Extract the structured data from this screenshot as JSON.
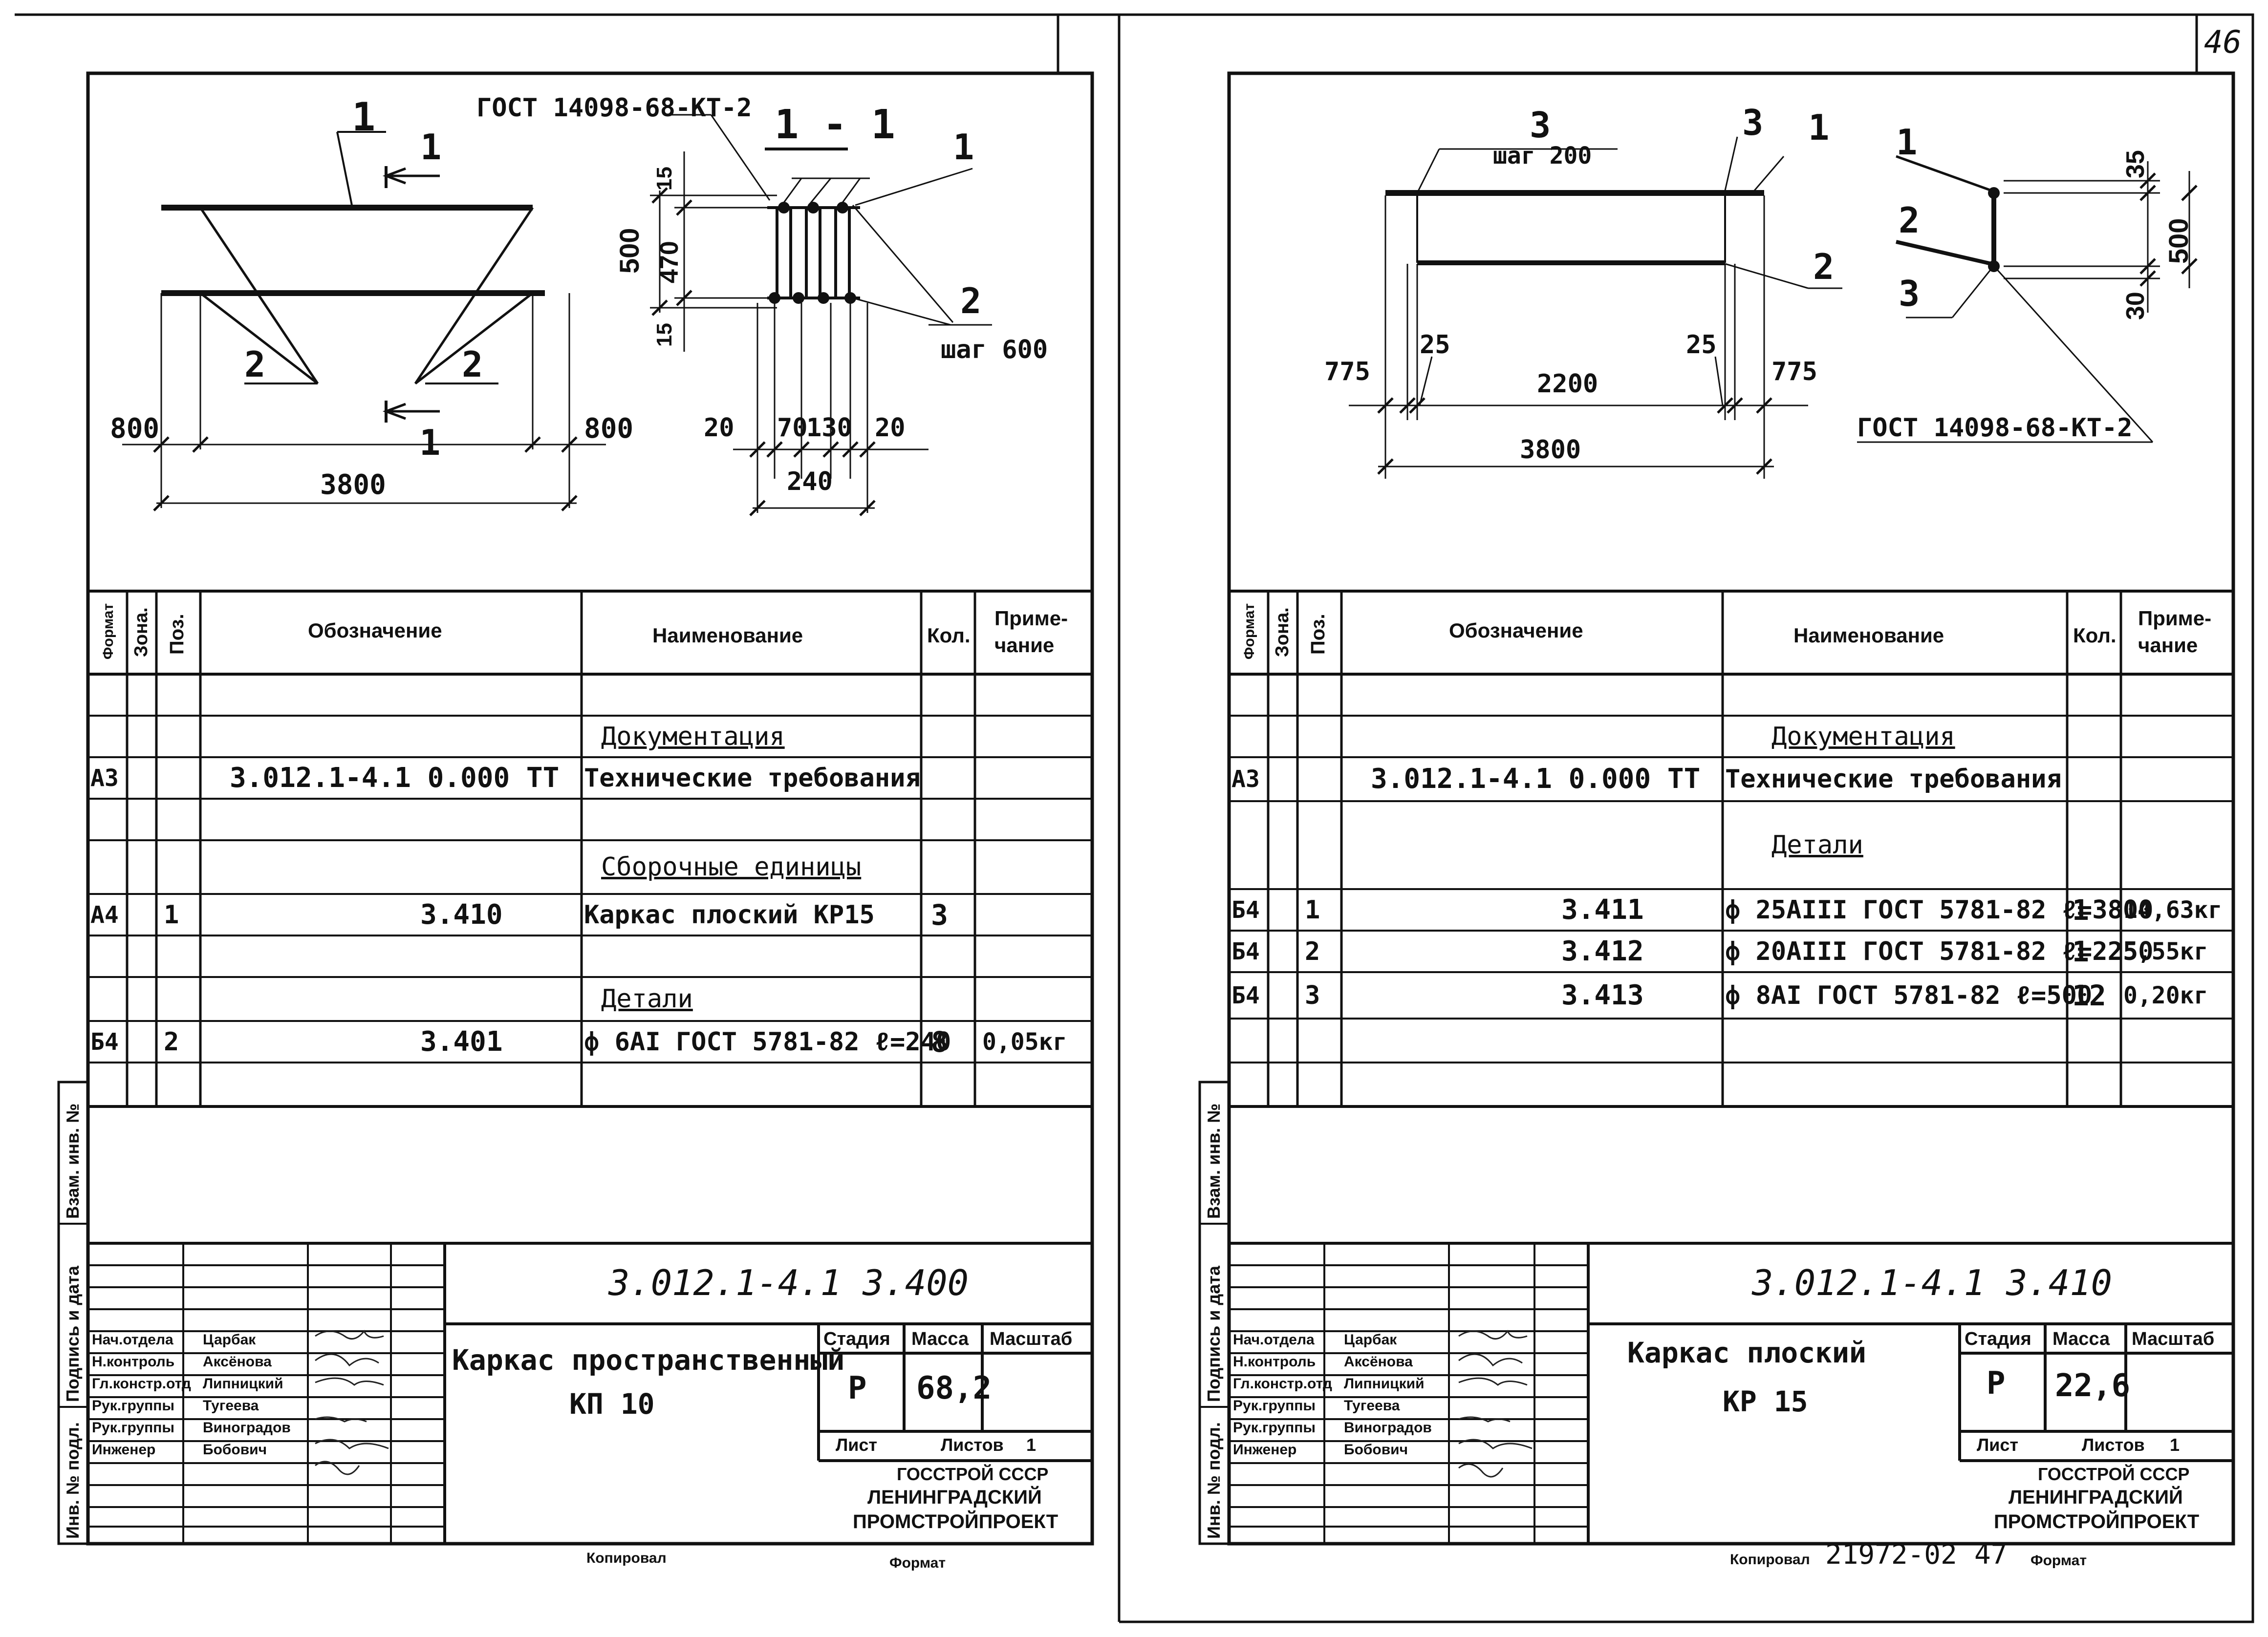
{
  "page_number": "46",
  "headers": {
    "format": "Формат",
    "zone": "Зона.",
    "pos": "Поз.",
    "designation": "Обозначение",
    "name": "Наименование",
    "qty": "Кол.",
    "note_line1": "Приме-",
    "note_line2": "чание"
  },
  "side_labels": {
    "vzam_inv": "Взам. инв. №",
    "podpis_data": "Подпись и дата",
    "inv_podl": "Инв. № подл."
  },
  "left": {
    "drawing": {
      "label_1_top": "1",
      "gost": "ГОСТ 14098-68-КТ-2",
      "section": "1 - 1",
      "label_1_right": "1",
      "label_2_right": "2",
      "step": "шаг 600",
      "label_2_left": "2",
      "label_2_mid": "2",
      "cut_arrow": "1",
      "dim_800_left": "800",
      "dim_800_right": "800",
      "dim_3800": "3800",
      "dim_500": "500",
      "dim_470": "470",
      "dim_15_top": "15",
      "dim_15_bot": "15",
      "dim_20_left": "20",
      "dim_70": "70",
      "dim_130": "130",
      "dim_20_right": "20",
      "dim_240": "240"
    },
    "spec_rows": [
      {
        "format": "",
        "pos": "",
        "designation": "",
        "name": "",
        "qty": "",
        "note": ""
      },
      {
        "format": "",
        "pos": "",
        "designation": "",
        "name": "Документация",
        "qty": "",
        "note": "",
        "section": true
      },
      {
        "format": "А3",
        "pos": "",
        "designation": "3.012.1-4.1    0.000 ТТ",
        "name": "Технические требования",
        "qty": "",
        "note": ""
      },
      {
        "format": "",
        "pos": "",
        "designation": "",
        "name": "",
        "qty": "",
        "note": ""
      },
      {
        "format": "",
        "pos": "",
        "designation": "",
        "name": "Сборочные единицы",
        "qty": "",
        "note": "",
        "section": true
      },
      {
        "format": "А4",
        "pos": "1",
        "designation": "3.410",
        "name": "Каркас     плоский КР15",
        "qty": "3",
        "note": ""
      },
      {
        "format": "",
        "pos": "",
        "designation": "",
        "name": "",
        "qty": "",
        "note": ""
      },
      {
        "format": "",
        "pos": "",
        "designation": "",
        "name": "Детали",
        "qty": "",
        "note": "",
        "section": true
      },
      {
        "format": "Б4",
        "pos": "2",
        "designation": "3.401",
        "name": "ф 6АI ГОСТ 5781-82 ℓ=240",
        "qty": "8",
        "note": "0,05кг"
      },
      {
        "format": "",
        "pos": "",
        "designation": "",
        "name": "",
        "qty": "",
        "note": ""
      }
    ],
    "title_block": {
      "doc_code": "3.012.1-4.1  3.400",
      "title_line1": "Каркас пространственный",
      "title_line2": "КП 10",
      "stage_label": "Стадия",
      "mass_label": "Масса",
      "scale_label": "Масштаб",
      "stage": "Р",
      "mass": "68,2",
      "sheet_label": "Лист",
      "sheets_label": "Листов",
      "sheets": "1",
      "org_line1": "ГОССТРОЙ СССР",
      "org_line2": "ЛЕНИНГРАДСКИЙ",
      "org_line3": "ПРОМСТРОЙПРОЕКТ",
      "roles": [
        {
          "role": "Нач.отдела",
          "name": "Царбак"
        },
        {
          "role": "Н.контроль",
          "name": "Аксёнова"
        },
        {
          "role": "Гл.констр.отд",
          "name": "Липницкий"
        },
        {
          "role": "Рук.группы",
          "name": "Тугеева"
        },
        {
          "role": "Рук.группы",
          "name": "Виноградов"
        },
        {
          "role": "Инженер",
          "name": "Бобович"
        }
      ]
    },
    "footer_copied": "Копировал",
    "footer_format": "Формат"
  },
  "right": {
    "drawing": {
      "label_3_left": "3",
      "step": "шаг 200",
      "label_3_right": "3",
      "label_1_top": "1",
      "label_2_mid": "2",
      "dim_775_left": "775",
      "dim_25_left": "25",
      "dim_2200": "2200",
      "dim_25_right": "25",
      "dim_775_right": "775",
      "dim_3800": "3800",
      "sec_1": "1",
      "sec_2": "2",
      "sec_3": "3",
      "dim_35": "35",
      "dim_500": "500",
      "dim_30": "30",
      "gost": "ГОСТ 14098-68-КТ-2"
    },
    "spec_rows": [
      {
        "format": "",
        "pos": "",
        "designation": "",
        "name": "",
        "qty": "",
        "note": ""
      },
      {
        "format": "",
        "pos": "",
        "designation": "",
        "name": "Документация",
        "qty": "",
        "note": "",
        "section": true
      },
      {
        "format": "А3",
        "pos": "",
        "designation": "3.012.1-4.1    0.000 ТТ",
        "name": "Технические требования",
        "qty": "",
        "note": ""
      },
      {
        "format": "",
        "pos": "",
        "designation": "",
        "name": "Детали",
        "qty": "",
        "note": "",
        "section": true
      },
      {
        "format": "Б4",
        "pos": "1",
        "designation": "3.411",
        "name": "ф 25АIII ГОСТ 5781-82 ℓ=3800",
        "qty": "1",
        "note": "14,63кг"
      },
      {
        "format": "Б4",
        "pos": "2",
        "designation": "3.412",
        "name": "ф 20АIII ГОСТ 5781-82 ℓ=2250",
        "qty": "1",
        "note": "5,55кг"
      },
      {
        "format": "Б4",
        "pos": "3",
        "designation": "3.413",
        "name": "ф 8АI ГОСТ 5781-82 ℓ=500",
        "qty": "12",
        "note": "0,20кг"
      },
      {
        "format": "",
        "pos": "",
        "designation": "",
        "name": "",
        "qty": "",
        "note": ""
      },
      {
        "format": "",
        "pos": "",
        "designation": "",
        "name": "",
        "qty": "",
        "note": ""
      },
      {
        "format": "",
        "pos": "",
        "designation": "",
        "name": "",
        "qty": "",
        "note": ""
      }
    ],
    "title_block": {
      "doc_code": "3.012.1-4.1  3.410",
      "title_line1": "Каркас   плоский",
      "title_line2": "КР 15",
      "stage_label": "Стадия",
      "mass_label": "Масса",
      "scale_label": "Масштаб",
      "stage": "Р",
      "mass": "22,6",
      "sheet_label": "Лист",
      "sheets_label": "Листов",
      "sheets": "1",
      "org_line1": "ГОССТРОЙ СССР",
      "org_line2": "ЛЕНИНГРАДСКИЙ",
      "org_line3": "ПРОМСТРОЙПРОЕКТ",
      "roles": [
        {
          "role": "Нач.отдела",
          "name": "Царбак"
        },
        {
          "role": "Н.контроль",
          "name": "Аксёнова"
        },
        {
          "role": "Гл.констр.отд",
          "name": "Липницкий"
        },
        {
          "role": "Рук.группы",
          "name": "Тугеева"
        },
        {
          "role": "Рук.группы",
          "name": "Виноградов"
        },
        {
          "role": "Инженер",
          "name": "Бобович"
        }
      ]
    },
    "footer_copied": "Копировал",
    "footer_number": "21972-02",
    "footer_page": "47",
    "footer_format": "Формат"
  }
}
